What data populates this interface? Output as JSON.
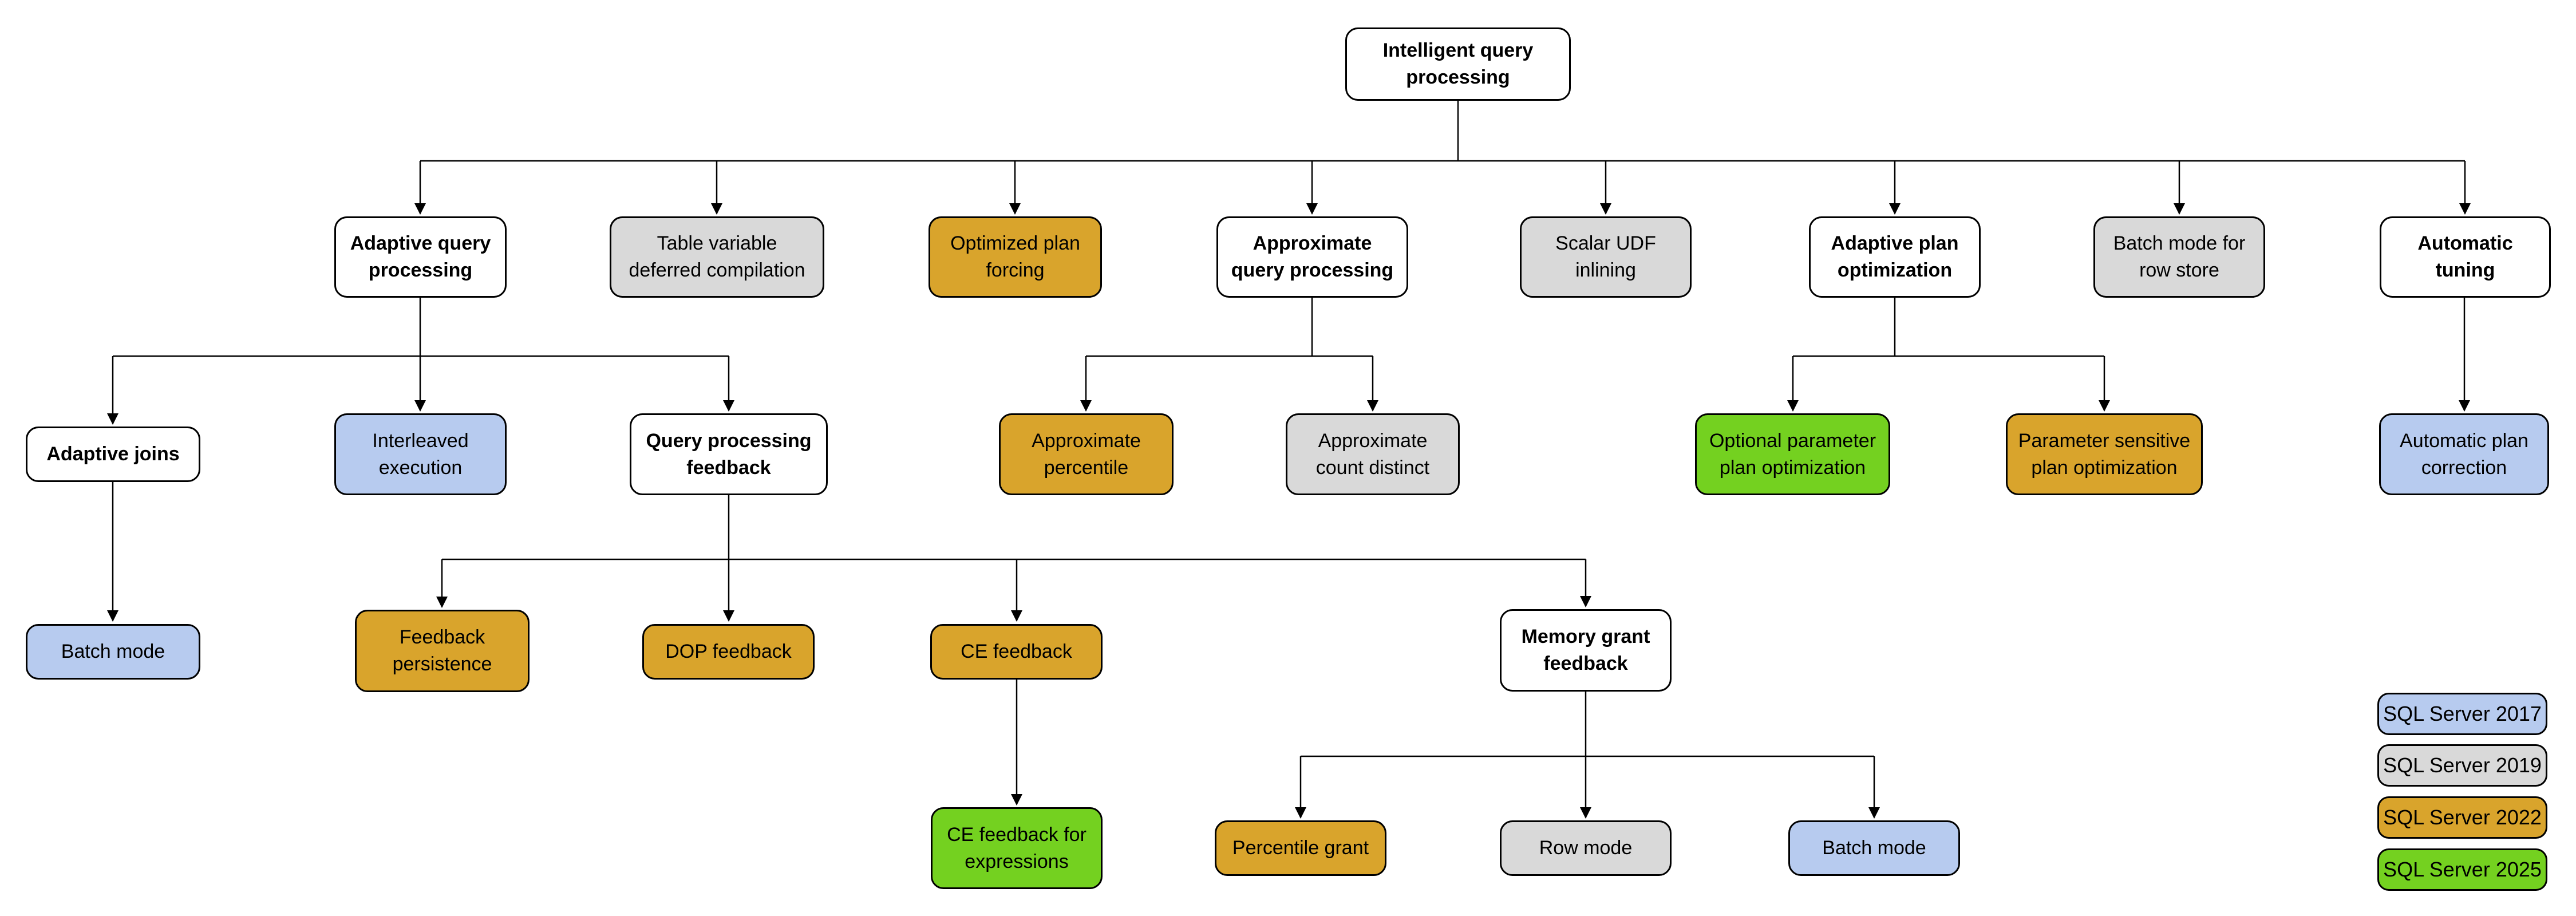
{
  "diagram": {
    "type": "tree",
    "colors": {
      "node_border": "#000000",
      "connector": "#000000",
      "header_fill": "#ffffff",
      "sql2017_fill": "#b7cbef",
      "sql2019_fill": "#d9d9d9",
      "sql2022_fill": "#d9a42c",
      "sql2025_fill": "#74d120"
    },
    "nodes": {
      "intelligent-query-processing": {
        "label": "Intelligent query processing",
        "line1": "Intelligent query",
        "line2": "processing",
        "category": "header"
      },
      "adaptive-query-processing": {
        "label": "Adaptive query processing",
        "line1": "Adaptive query",
        "line2": "processing",
        "category": "header"
      },
      "table-variable-deferred-compilation": {
        "label": "Table variable deferred compilation",
        "line1": "Table variable",
        "line2": "deferred compilation",
        "category": "2019"
      },
      "optimized-plan-forcing": {
        "label": "Optimized plan forcing",
        "line1": "Optimized plan",
        "line2": "forcing",
        "category": "2022"
      },
      "approximate-query-processing": {
        "label": "Approximate query processing",
        "line1": "Approximate",
        "line2": "query processing",
        "category": "header"
      },
      "scalar-udf-inlining": {
        "label": "Scalar UDF inlining",
        "line1": "Scalar UDF",
        "line2": "inlining",
        "category": "2019"
      },
      "adaptive-plan-optimization": {
        "label": "Adaptive plan optimization",
        "line1": "Adaptive plan",
        "line2": "optimization",
        "category": "header"
      },
      "batch-mode-for-row-store": {
        "label": "Batch mode for row store",
        "line1": "Batch mode for",
        "line2": "row store",
        "category": "2019"
      },
      "automatic-tuning": {
        "label": "Automatic tuning",
        "line1": "Automatic",
        "line2": "tuning",
        "category": "header"
      },
      "adaptive-joins": {
        "label": "Adaptive joins",
        "line1": "Adaptive joins",
        "line2": "",
        "category": "header"
      },
      "interleaved-execution": {
        "label": "Interleaved execution",
        "line1": "Interleaved",
        "line2": "execution",
        "category": "2017"
      },
      "query-processing-feedback": {
        "label": "Query processing feedback",
        "line1": "Query processing",
        "line2": "feedback",
        "category": "header"
      },
      "approximate-percentile": {
        "label": "Approximate percentile",
        "line1": "Approximate",
        "line2": "percentile",
        "category": "2022"
      },
      "approximate-count-distinct": {
        "label": "Approximate count distinct",
        "line1": "Approximate",
        "line2": "count distinct",
        "category": "2019"
      },
      "optional-parameter-plan-optimization": {
        "label": "Optional parameter plan optimization",
        "line1": "Optional parameter",
        "line2": "plan optimization",
        "category": "2025"
      },
      "parameter-sensitive-plan-optimization": {
        "label": "Parameter sensitive plan optimization",
        "line1": "Parameter sensitive",
        "line2": "plan optimization",
        "category": "2022"
      },
      "automatic-plan-correction": {
        "label": "Automatic plan correction",
        "line1": "Automatic plan",
        "line2": "correction",
        "category": "2017"
      },
      "batch-mode-adaptive-joins": {
        "label": "Batch mode",
        "line1": "Batch mode",
        "line2": "",
        "category": "2017"
      },
      "feedback-persistence": {
        "label": "Feedback persistence",
        "line1": "Feedback",
        "line2": "persistence",
        "category": "2022"
      },
      "dop-feedback": {
        "label": "DOP feedback",
        "line1": "DOP feedback",
        "line2": "",
        "category": "2022"
      },
      "ce-feedback": {
        "label": "CE feedback",
        "line1": "CE feedback",
        "line2": "",
        "category": "2022"
      },
      "memory-grant-feedback": {
        "label": "Memory grant feedback",
        "line1": "Memory grant",
        "line2": "feedback",
        "category": "header"
      },
      "ce-feedback-for-expressions": {
        "label": "CE feedback for expressions",
        "line1": "CE feedback for",
        "line2": "expressions",
        "category": "2025"
      },
      "percentile-grant": {
        "label": "Percentile grant",
        "line1": "Percentile grant",
        "line2": "",
        "category": "2022"
      },
      "row-mode": {
        "label": "Row mode",
        "line1": "Row mode",
        "line2": "",
        "category": "2019"
      },
      "batch-mode-memory-grant": {
        "label": "Batch mode",
        "line1": "Batch mode",
        "line2": "",
        "category": "2017"
      }
    },
    "edges": [
      {
        "from": "intelligent-query-processing",
        "to": "adaptive-query-processing"
      },
      {
        "from": "intelligent-query-processing",
        "to": "table-variable-deferred-compilation"
      },
      {
        "from": "intelligent-query-processing",
        "to": "optimized-plan-forcing"
      },
      {
        "from": "intelligent-query-processing",
        "to": "approximate-query-processing"
      },
      {
        "from": "intelligent-query-processing",
        "to": "scalar-udf-inlining"
      },
      {
        "from": "intelligent-query-processing",
        "to": "adaptive-plan-optimization"
      },
      {
        "from": "intelligent-query-processing",
        "to": "batch-mode-for-row-store"
      },
      {
        "from": "intelligent-query-processing",
        "to": "automatic-tuning"
      },
      {
        "from": "adaptive-query-processing",
        "to": "adaptive-joins"
      },
      {
        "from": "adaptive-query-processing",
        "to": "interleaved-execution"
      },
      {
        "from": "adaptive-query-processing",
        "to": "query-processing-feedback"
      },
      {
        "from": "approximate-query-processing",
        "to": "approximate-percentile"
      },
      {
        "from": "approximate-query-processing",
        "to": "approximate-count-distinct"
      },
      {
        "from": "adaptive-plan-optimization",
        "to": "optional-parameter-plan-optimization"
      },
      {
        "from": "adaptive-plan-optimization",
        "to": "parameter-sensitive-plan-optimization"
      },
      {
        "from": "automatic-tuning",
        "to": "automatic-plan-correction"
      },
      {
        "from": "adaptive-joins",
        "to": "batch-mode-adaptive-joins"
      },
      {
        "from": "query-processing-feedback",
        "to": "feedback-persistence"
      },
      {
        "from": "query-processing-feedback",
        "to": "dop-feedback"
      },
      {
        "from": "query-processing-feedback",
        "to": "ce-feedback"
      },
      {
        "from": "query-processing-feedback",
        "to": "memory-grant-feedback"
      },
      {
        "from": "ce-feedback",
        "to": "ce-feedback-for-expressions"
      },
      {
        "from": "memory-grant-feedback",
        "to": "percentile-grant"
      },
      {
        "from": "memory-grant-feedback",
        "to": "row-mode"
      },
      {
        "from": "memory-grant-feedback",
        "to": "batch-mode-memory-grant"
      }
    ],
    "legend": {
      "items": [
        {
          "label": "SQL Server 2017",
          "version": "2017",
          "color": "#b7cbef"
        },
        {
          "label": "SQL Server 2019",
          "version": "2019",
          "color": "#d9d9d9"
        },
        {
          "label": "SQL Server 2022",
          "version": "2022",
          "color": "#d9a42c"
        },
        {
          "label": "SQL Server 2025",
          "version": "2025",
          "color": "#74d120"
        }
      ]
    }
  }
}
